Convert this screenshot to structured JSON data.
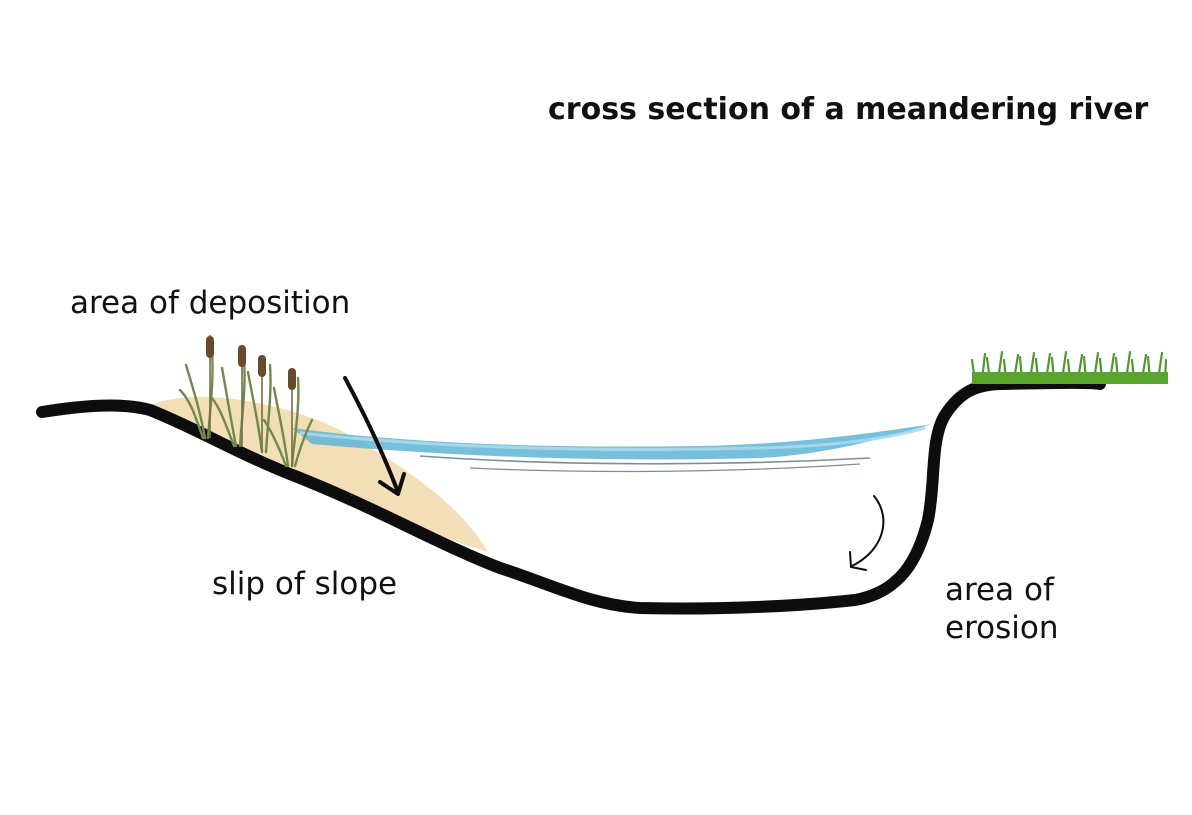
{
  "title": "cross section of a meandering river",
  "labels": {
    "deposition": "area of deposition",
    "slip": "slip of slope",
    "erosion_line1": "area of",
    "erosion_line2": "erosion"
  },
  "colors": {
    "riverbed": "#0d0d0d",
    "sand": "#f2ddb3",
    "water": "#5fb5d6",
    "water_light": "#a9d9ea",
    "grass": "#4f9a2c",
    "reed_leaf": "#6f8a4a",
    "cattail": "#6b4a2a",
    "text": "#111111"
  },
  "icons": [
    "cattail-reed-icon",
    "grass-tuft-icon",
    "arrow-slip-icon",
    "arrow-erosion-icon"
  ]
}
